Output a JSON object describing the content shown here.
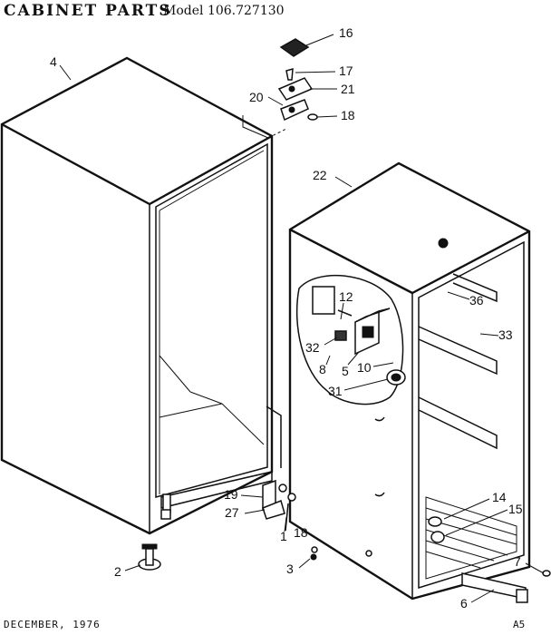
{
  "header": {
    "title": "CABINET PARTS",
    "model": "Model 106.727130"
  },
  "footer": {
    "date": "DECEMBER, 1976",
    "page_id": "A5"
  },
  "callouts": [
    "16",
    "17",
    "21",
    "20",
    "18",
    "4",
    "22",
    "12",
    "36",
    "33",
    "32",
    "8",
    "5",
    "10",
    "31",
    "19",
    "27",
    "1",
    "18",
    "14",
    "15",
    "2",
    "3",
    "7",
    "6"
  ]
}
